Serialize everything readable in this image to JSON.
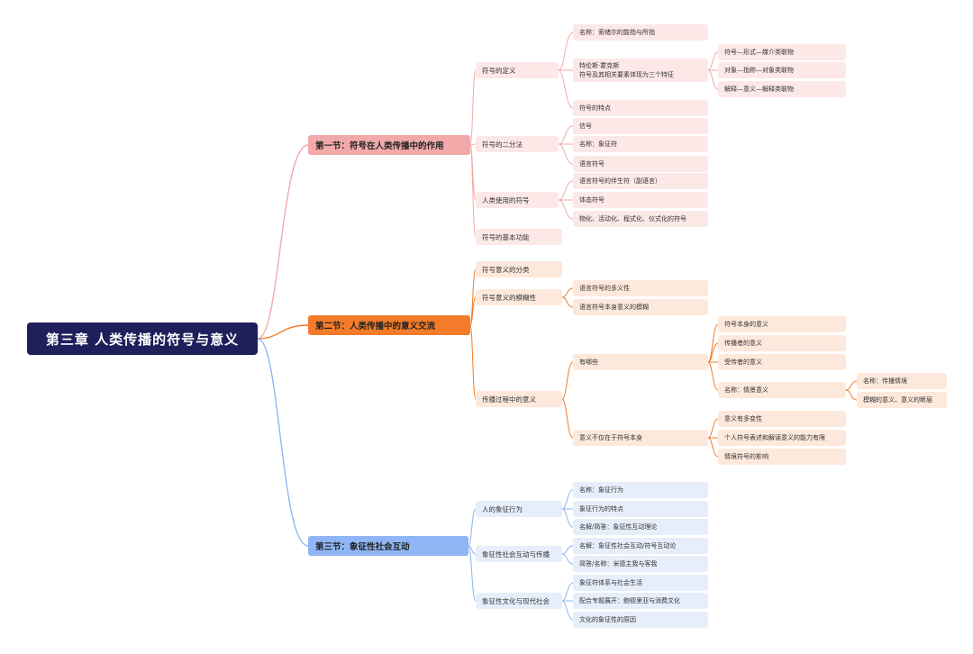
{
  "root": "第三章 人类传播的符号与意义",
  "colors": {
    "section1": "#f2a9a9",
    "section2": "#f37b2a",
    "section3": "#8fb5f5",
    "root": "#1f1f5c"
  },
  "sections": [
    {
      "label": "第一节：符号在人类传播中的作用",
      "children": [
        {
          "label": "符号的定义",
          "children": [
            {
              "label": "名称：索绪尔的能指与所指"
            },
            {
              "lines": [
                "特伦斯·霍克斯",
                "符号及其相关要素体现为三个特征"
              ],
              "children": [
                {
                  "label": "符号—形式—媒介类联物"
                },
                {
                  "label": "对象—指称—对象类联物"
                },
                {
                  "label": "解释—意义—解释类联物"
                }
              ]
            },
            {
              "label": "符号的特点"
            }
          ]
        },
        {
          "label": "符号的二分法",
          "children": [
            {
              "label": "信号"
            },
            {
              "label": "名称：象征符"
            },
            {
              "label": "语言符号"
            }
          ]
        },
        {
          "label": "人类使用的符号",
          "children": [
            {
              "label": "语言符号的伴生符（副语言）"
            },
            {
              "label": "体态符号"
            },
            {
              "label": "物化、活动化、程式化、仪式化的符号"
            }
          ]
        },
        {
          "label": "符号的基本功能"
        }
      ]
    },
    {
      "label": "第二节：人类传播中的意义交流",
      "children": [
        {
          "label": "符号意义的分类"
        },
        {
          "label": "符号意义的模糊性",
          "children": [
            {
              "label": "语言符号的多义性"
            },
            {
              "label": "语言符号本身意义的模糊"
            }
          ]
        },
        {
          "label": "传播过程中的意义",
          "children": [
            {
              "label": "有哪些",
              "children": [
                {
                  "label": "符号本身的意义"
                },
                {
                  "label": "传播者的意义"
                },
                {
                  "label": "受传者的意义"
                },
                {
                  "label": "名称：情景意义",
                  "children": [
                    {
                      "label": "名称：传播情境"
                    },
                    {
                      "label": "模糊的意义、意义的断层"
                    }
                  ]
                }
              ]
            },
            {
              "label": "意义不仅在于符号本身",
              "children": [
                {
                  "label": "意义有多变性"
                },
                {
                  "label": "个人符号表述和解读意义的能力有限"
                },
                {
                  "label": "情境符号的影响"
                }
              ]
            }
          ]
        }
      ]
    },
    {
      "label": "第三节：象征性社会互动",
      "children": [
        {
          "label": "人的象征行为",
          "children": [
            {
              "label": "名称：象征行为"
            },
            {
              "label": "象征行为的特点"
            },
            {
              "label": "名解/简答：象征性互动理论"
            }
          ]
        },
        {
          "label": "象征性社会互动与传播",
          "children": [
            {
              "label": "名解：象征性社会互动/符号互动论"
            },
            {
              "label": "简答/名称：米德主我与客我"
            }
          ]
        },
        {
          "label": "象征性文化与现代社会",
          "children": [
            {
              "label": "象征符体系与社会生活"
            },
            {
              "label": "配合专题展开：鲍德里亚与消费文化"
            },
            {
              "label": "文化的象征性的原因"
            }
          ]
        }
      ]
    }
  ]
}
